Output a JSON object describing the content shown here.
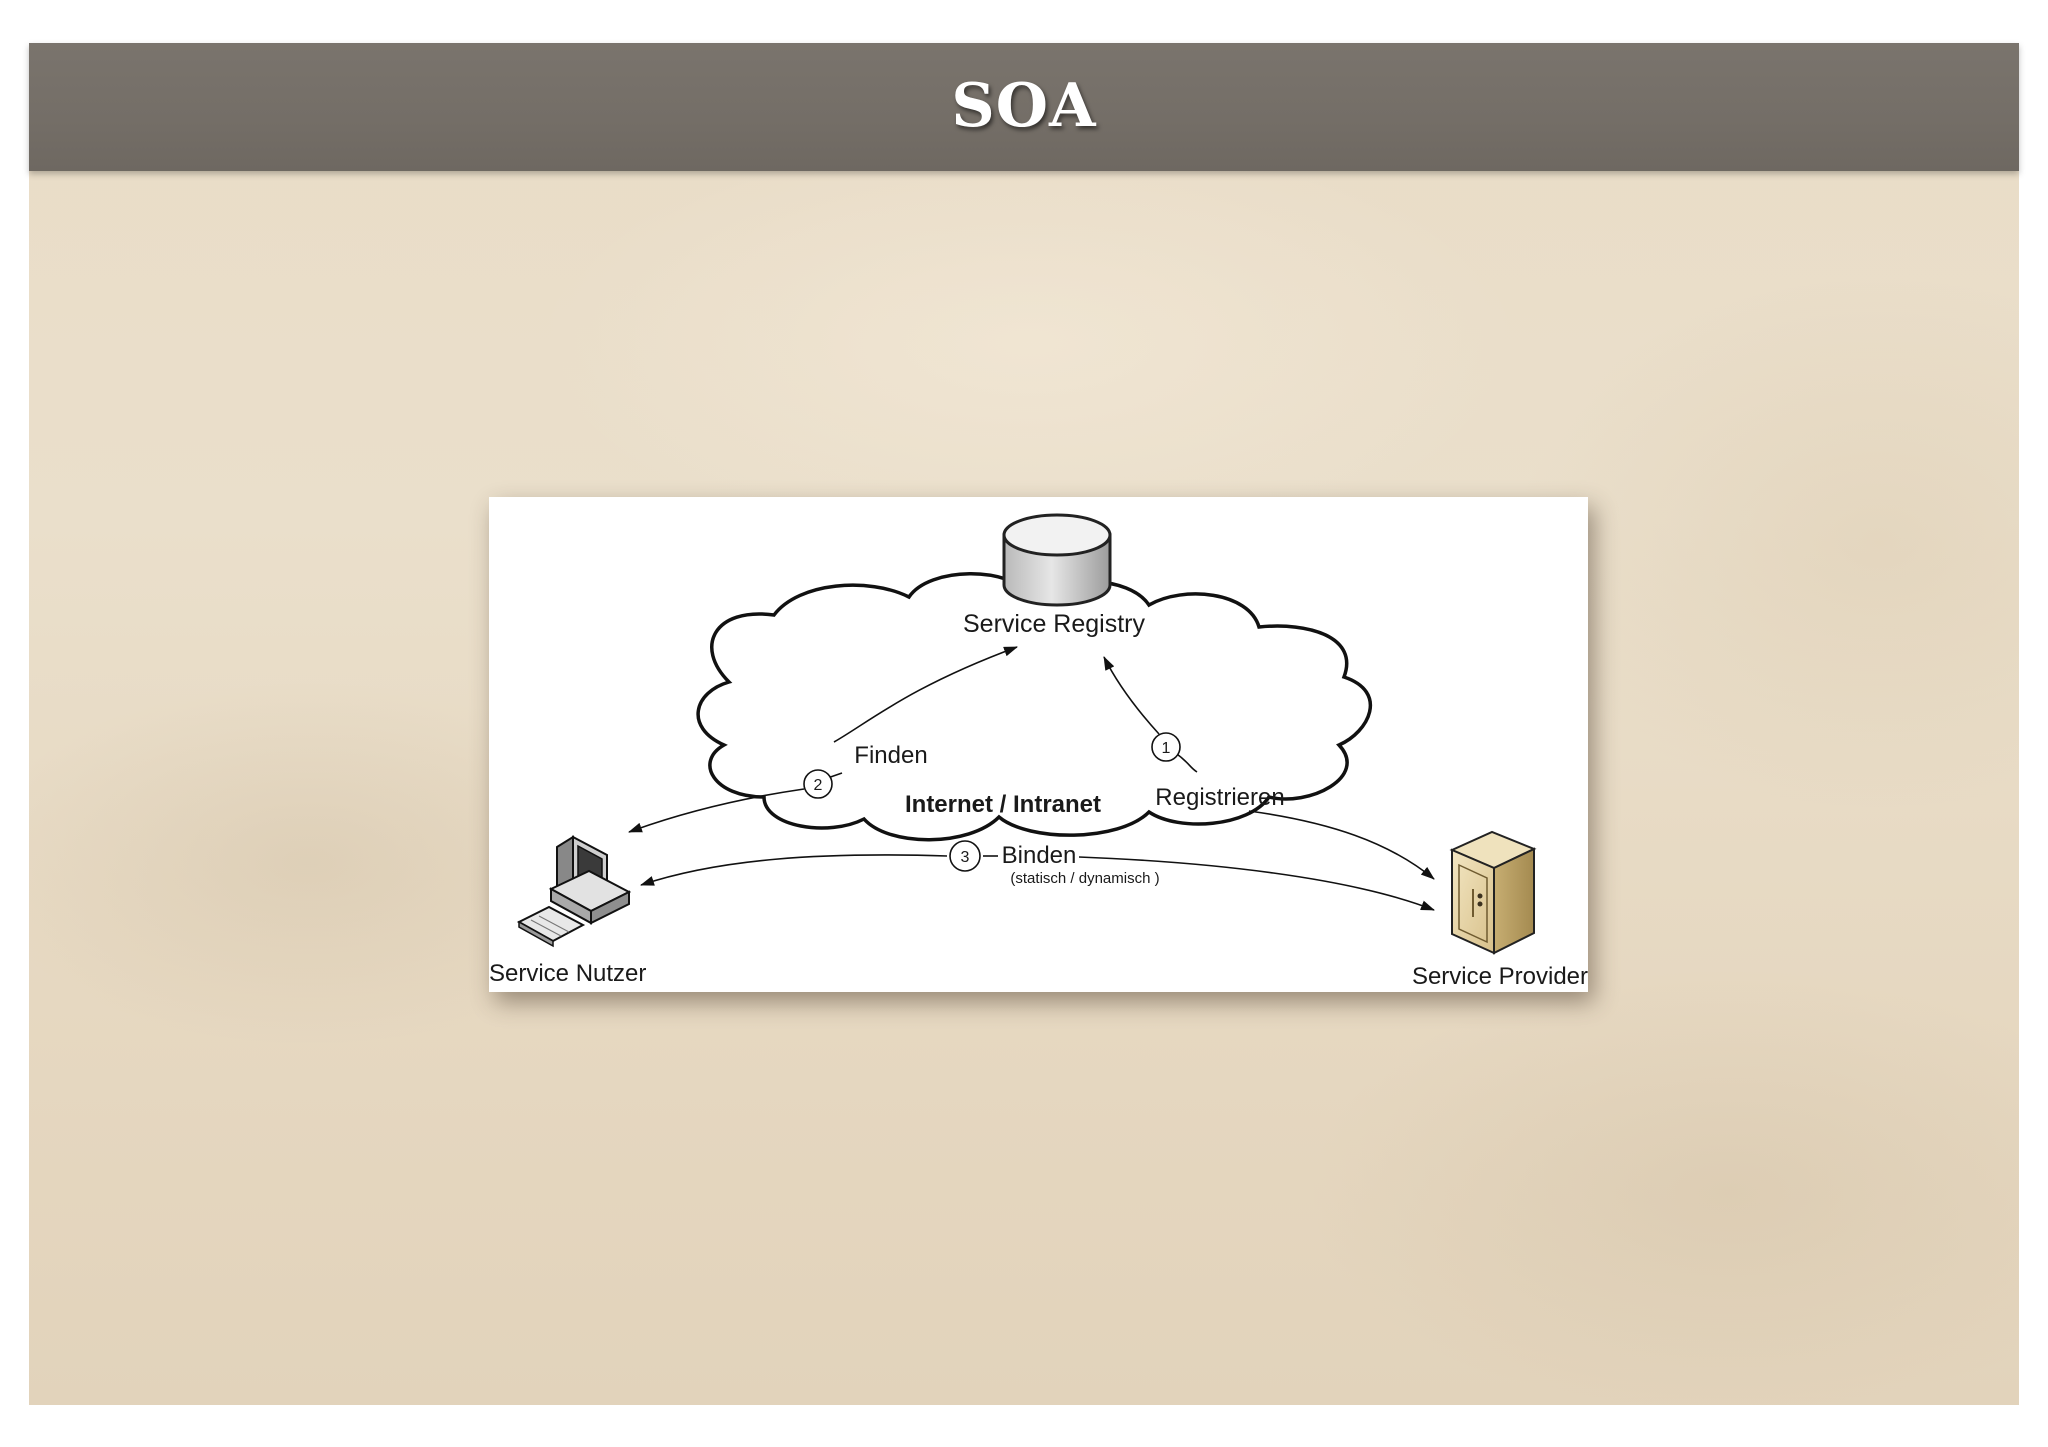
{
  "slide": {
    "title": "SOA"
  },
  "diagram": {
    "registry_label": "Service Registry",
    "network_label": "Internet / Intranet",
    "consumer_label": "Service Nutzer",
    "provider_label": "Service Provider",
    "steps": [
      {
        "number": "1",
        "label": "Registrieren"
      },
      {
        "number": "2",
        "label": "Finden"
      },
      {
        "number": "3",
        "label": "Binden",
        "sublabel": "(statisch / dynamisch )"
      }
    ]
  }
}
